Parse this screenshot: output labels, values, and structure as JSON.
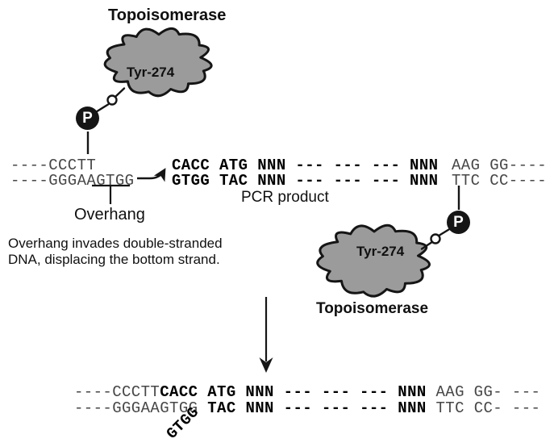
{
  "canvas": {
    "background": "#ffffff"
  },
  "colors": {
    "blob_fill": "#9b9b9b",
    "outline": "#151515",
    "sequence_regular": "#474747",
    "sequence_bold": "#000000"
  },
  "enzyme_top": {
    "title": "Topoisomerase",
    "residue": "Tyr-274",
    "phosphate": "P"
  },
  "enzyme_bottom": {
    "title": "Topoisomerase",
    "residue": "Tyr-274",
    "phosphate": "P"
  },
  "acceptor_left": {
    "top_strand": "----CCCTT",
    "bottom_strand": "----GGGAAGTGG"
  },
  "pcr": {
    "top_strand": "CACC ATG NNN --- --- --- NNN",
    "bottom_strand": "GTGG TAC NNN --- --- --- NNN",
    "label": "PCR product"
  },
  "acceptor_right": {
    "top_strand": "AAG GG----",
    "bottom_strand": "TTC CC----"
  },
  "overhang_label": "Overhang",
  "caption": {
    "line1": "Overhang invades double-stranded",
    "line2": "DNA, displacing the bottom strand."
  },
  "product": {
    "top_left": "----CCCTT",
    "top_insert": "CACC ATG NNN --- --- --- NNN",
    "top_right": " AAG GG- ---",
    "bottom_left": "----GGGAAGTGG ",
    "bottom_insert": "TAC NNN --- --- --- NNN",
    "bottom_right": " TTC CC- ---",
    "displaced": "GTGG"
  }
}
